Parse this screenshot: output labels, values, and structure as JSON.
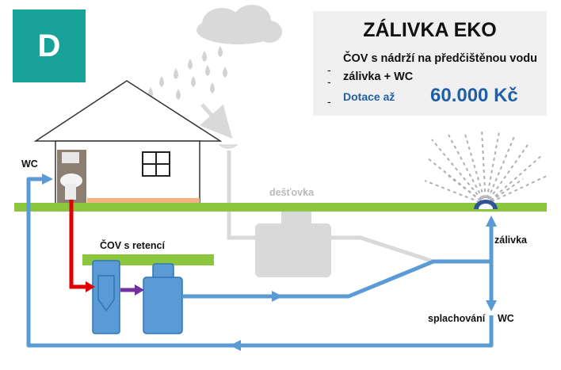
{
  "badge": {
    "letter": "D",
    "color": "#17a39a"
  },
  "infobox": {
    "title": "ZÁLIVKA EKO",
    "items": [
      "ČOV s nádrží na předčištěnou vodu",
      "zálivka + WC"
    ],
    "subsidy_label": "Dotace až",
    "subsidy_amount": "60.000 Kč"
  },
  "labels": {
    "wc_left": "WC",
    "cov_retention": "ČOV s retencí",
    "rain_tank": "dešťovka",
    "irrigation": "zálivka",
    "flushing": "splachování",
    "wc_right": "WC"
  },
  "colors": {
    "pipe_blue": "#5b9bd5",
    "wastewater_red": "#e00000",
    "transfer_purple": "#7030a0",
    "ground_green": "#8cc63f",
    "tank_blue": "#5b9bd5",
    "rain_grey": "#d3d3d3"
  }
}
